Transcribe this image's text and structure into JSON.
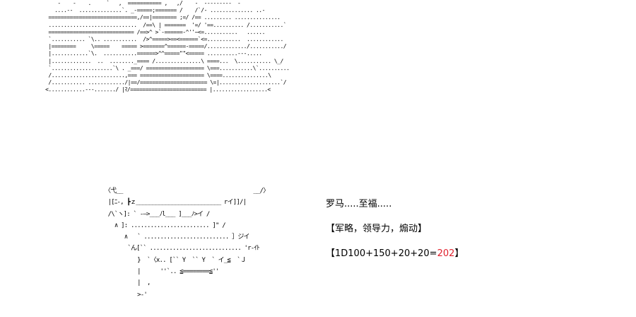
{
  "ascii_art": {
    "top": "                 -    -    .     `   ,  =========== ,   ,/    -  ---------  -\n                ....--  ..............`. _-=====;======= /    /`/- .............. ..-\n              =============================,/==|======== ;=/ /== ......... ...............\n              .............................  /==\\ | =======  '=/ '==.......... /...........`\n              ============================ /==>^ >`-======-^''~<=...........   ......\n              `........... `\\.. ...........  />^=====>==<======`<=...........  ............\n              |========     \\=====    ===== >=======^======-=====/............./.........../\n              |............`\\.  ...........======>^^=====\"\"<===== ..........---.....\n              |.............  ..  ........_==== /...............\\ ====...  \\........... \\_/\n              `....................`\\ . _===/ =================== \\===...........\\`..........\n              /........................,=== ===================== \\====...............\\\n              /........... ............/|==/====================== \\=|....................`/\n             <............---......./ |ﾏ/========================= |..................<",
    "bottom": "〈弋__                                        __/〉\n |[ﾆ-, ┣ｚ__________________________ rイ]]/|\n /\\`ヽ]: ` ‐―>___ﾉl___ ]___ﾉ>イ /\n   ∧ ]: ........................ ]\" /\n      ∧   ` .......................... ］ジイ\n       `ん[`` ............................ 'r‐ｲﾄ\n          }  `〈x.. [`` Y  `` Y  ` イ_≦  `Ｊ\n          |      ''`.. ≦========≦''\n          |  ,\n          >-'"
  },
  "captions": {
    "name": "罗马.....至福.....",
    "traits": "【军略，领导力，煽动】",
    "roll_expression": "【1D100+150+20+20=",
    "roll_result": "202",
    "roll_close": "】"
  },
  "colors": {
    "text": "#000000",
    "roll_result": "#e0202c",
    "background": "#ffffff"
  }
}
